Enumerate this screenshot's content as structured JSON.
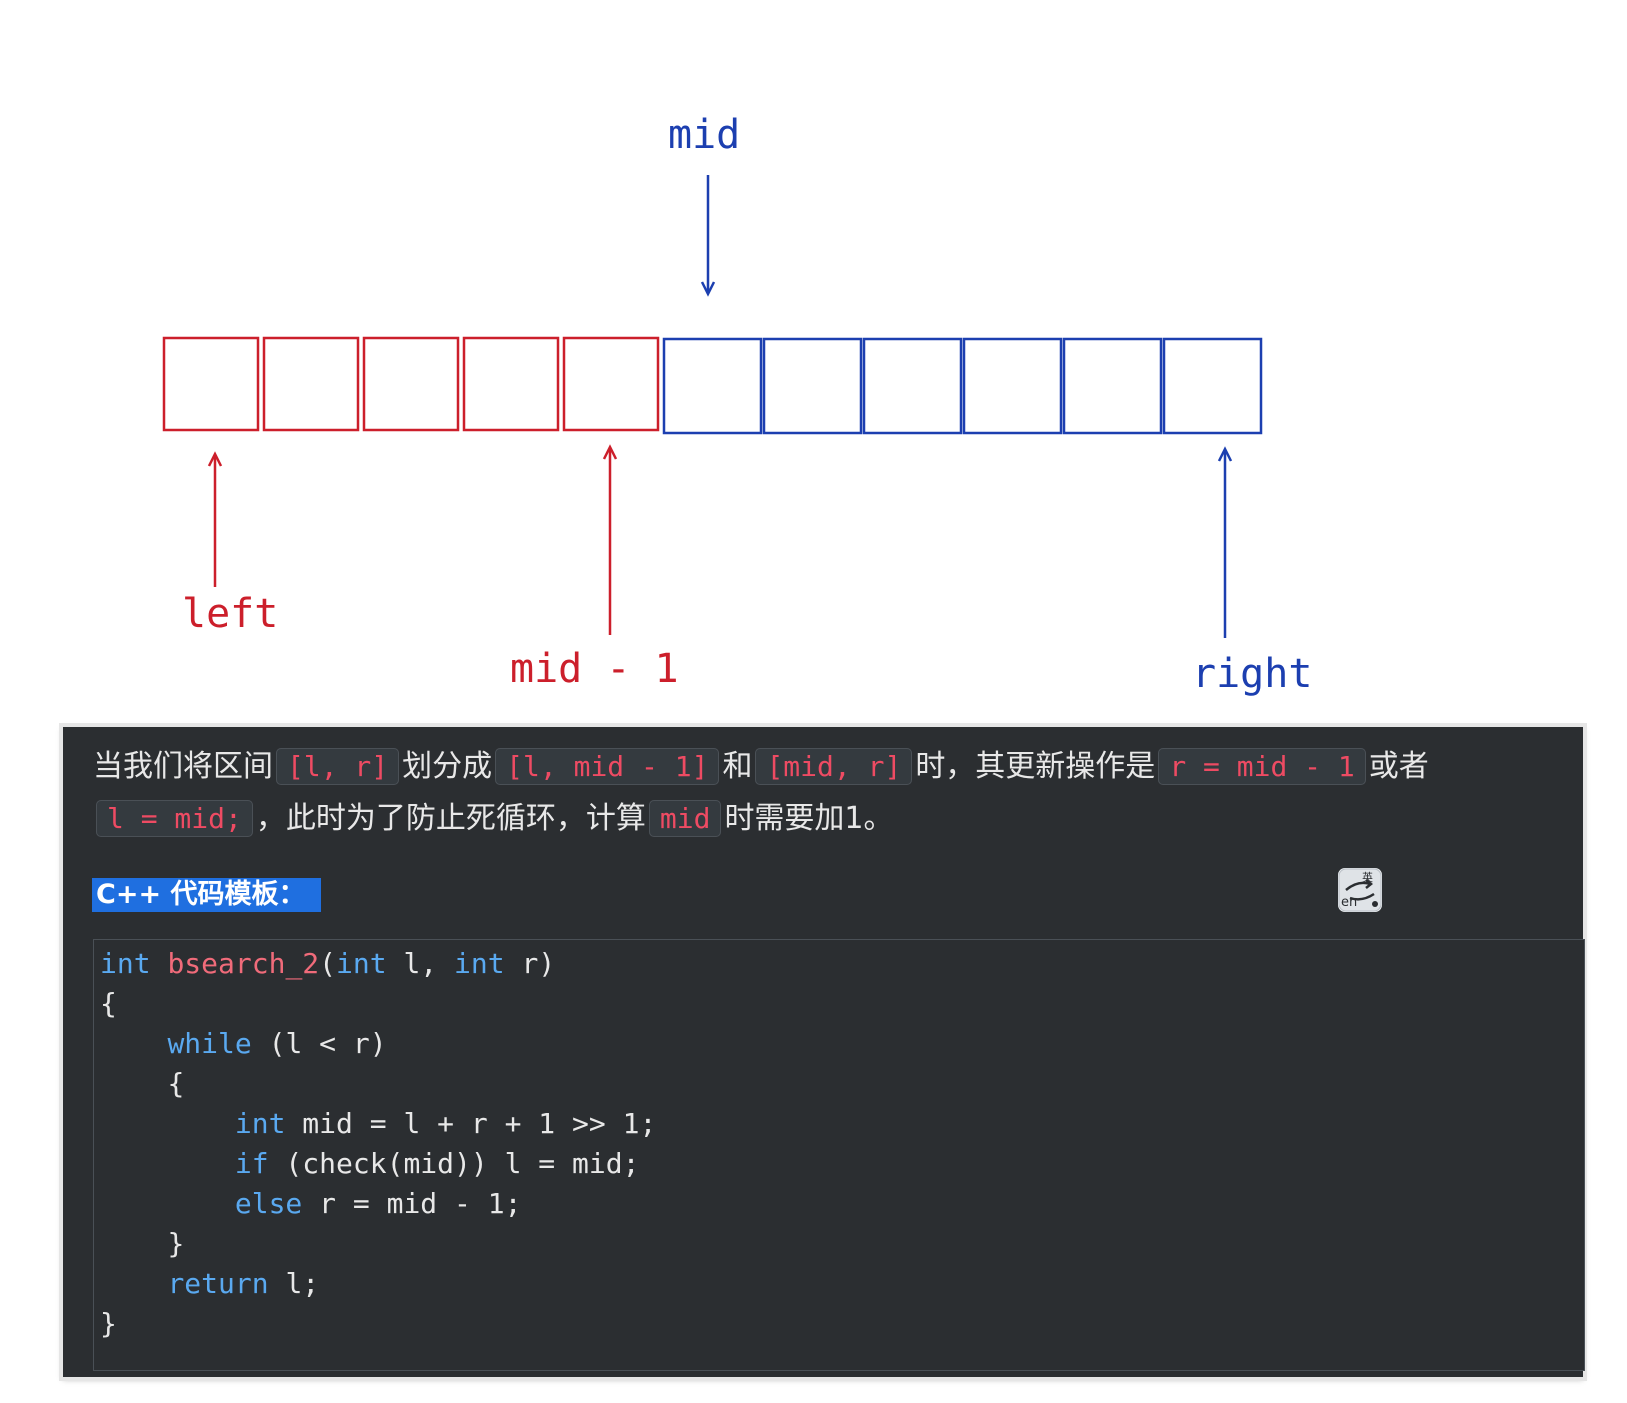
{
  "diagram": {
    "labels": {
      "mid_top": "mid",
      "left": "left",
      "mid_minus_one": "mid - 1",
      "right": "right"
    },
    "left_part_cell_count": 5,
    "right_part_cell_count": 6,
    "colors": {
      "left_part": "#cc1f2b",
      "right_part": "#1c3fb0"
    }
  },
  "panel": {
    "paragraph": {
      "t1": "当我们将区间",
      "c1": "[l, r]",
      "t2": "划分成",
      "c2": "[l, mid - 1]",
      "t3": "和",
      "c3": "[mid, r]",
      "t4": "时，其更新操作是",
      "c4": "r = mid - 1",
      "t5": "或者",
      "c5": "l = mid;",
      "t6": "，此时为了防止死循环，计算",
      "c6": "mid",
      "t7": "时需要加1。"
    },
    "section_title": "C++ 代码模板：",
    "translate_icon": "translate-en-icon",
    "code": {
      "l1_type": "int",
      "l1_name": "bsearch_2",
      "l1_open": "(",
      "l1_type2": "int",
      "l1_p1": " l, ",
      "l1_type3": "int",
      "l1_p2": " r)",
      "l2": "{",
      "l3_kw": "while",
      "l3_rest": " (l < r)",
      "l4": "{",
      "l5_kw": "int",
      "l5_rest": " mid = l + r + 1 >> 1;",
      "l6_kw": "if",
      "l6_rest": " (check(mid)) l = mid;",
      "l7_kw": "else",
      "l7_rest": " r = mid - 1;",
      "l8": "}",
      "l9_kw": "return",
      "l9_rest": " l;",
      "l10": "}"
    }
  }
}
